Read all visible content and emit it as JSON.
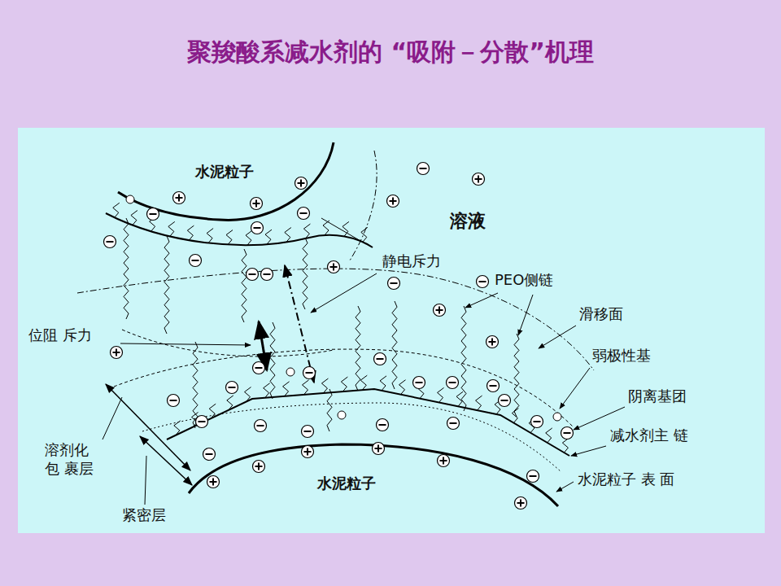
{
  "diagram": {
    "title": "聚羧酸系减水剂的 “吸附－分散”机理",
    "labels": [
      "水泥粒子",
      "溶液",
      "静电斥力",
      "PEO侧链",
      "滑移面",
      "位阻 斥力",
      "弱极性基",
      "阴离基团",
      "减水剂主 链",
      "溶剂化 包 裹层",
      "水泥粒子 表 面",
      "紧密层",
      "水泥粒子"
    ]
  }
}
